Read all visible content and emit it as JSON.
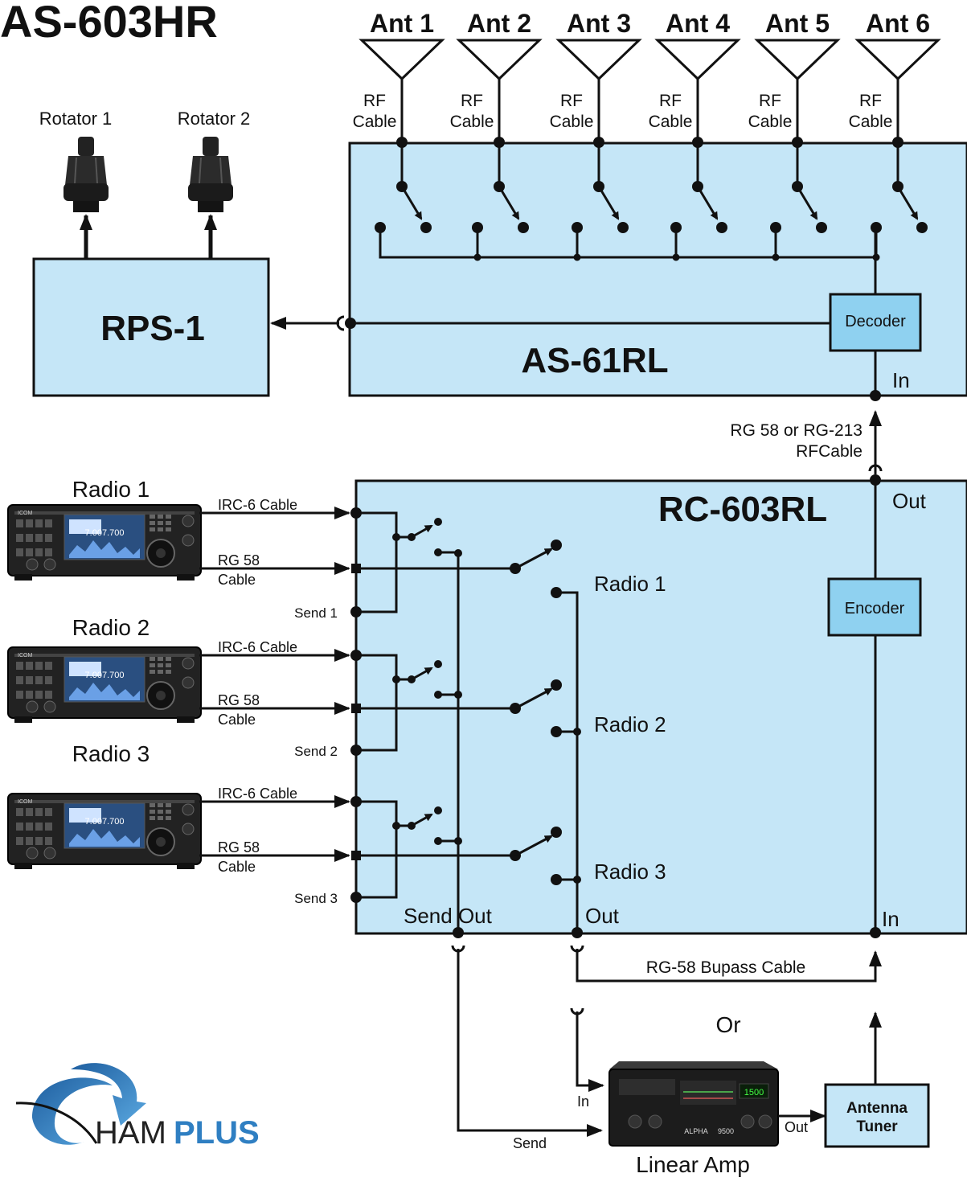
{
  "title": "AS-603HR",
  "antennas": {
    "labels": [
      "Ant 1",
      "Ant 2",
      "Ant 3",
      "Ant 4",
      "Ant 5",
      "Ant 6"
    ],
    "cable_line1": "RF",
    "cable_line2": "Cable"
  },
  "rotators": [
    "Rotator 1",
    "Rotator 2"
  ],
  "rps": "RPS-1",
  "as61rl": {
    "name": "AS-61RL",
    "decoder": "Decoder",
    "in": "In"
  },
  "link_cable": {
    "line1": "RG 58 or RG-213",
    "line2": "RFCable"
  },
  "rc603rl": {
    "name": "RC-603RL",
    "out": "Out",
    "encoder": "Encoder",
    "radio_ports": [
      "Radio 1",
      "Radio 2",
      "Radio 3"
    ],
    "send_out": "Send Out",
    "bottom_out": "Out",
    "bottom_in": "In"
  },
  "radios": {
    "labels": [
      "Radio 1",
      "Radio 2",
      "Radio 3"
    ],
    "display_freq": "7.007.700",
    "brand": "ICOM",
    "irc_cable": "IRC-6 Cable",
    "rg_line1": "RG 58",
    "rg_line2": "Cable",
    "send": [
      "Send 1",
      "Send 2",
      "Send 3"
    ]
  },
  "bypass": "RG-58 Bupass Cable",
  "or": "Or",
  "amp": {
    "label": "Linear Amp",
    "in": "In",
    "send": "Send",
    "out": "Out",
    "display": "1500",
    "brand": "ALPHA",
    "model": "9500"
  },
  "tuner": {
    "line1": "Antenna",
    "line2": "Tuner"
  },
  "logo": {
    "part1": "HAM",
    "part2": "PLUS"
  },
  "colors": {
    "box_fill": "#c5e6f7",
    "small_box_fill": "#8fd1f0",
    "line": "#111111",
    "logo_blue": "#2f7fc2"
  }
}
